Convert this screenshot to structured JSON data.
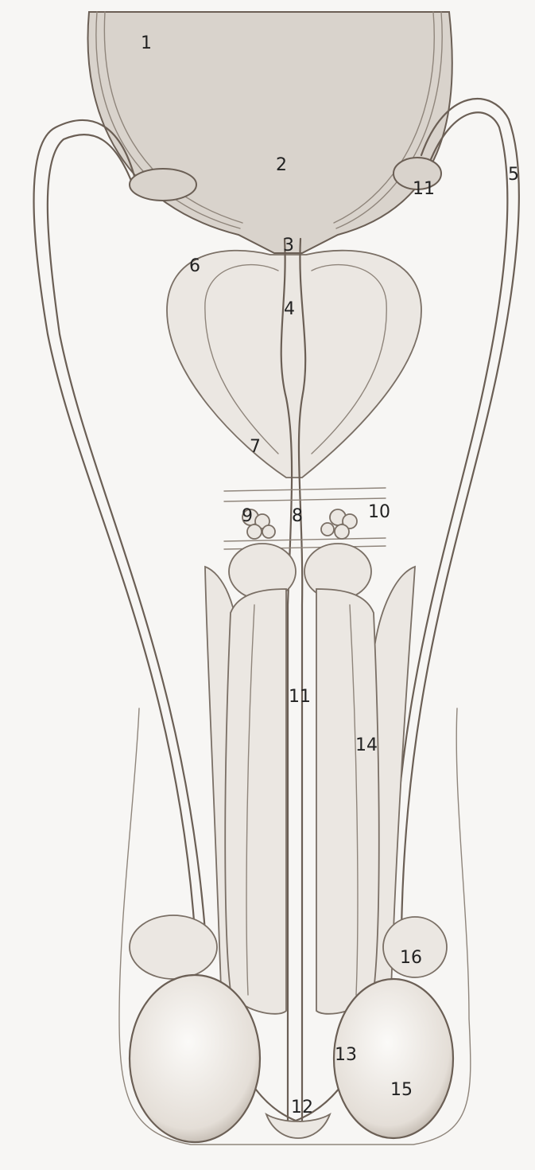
{
  "labels": [
    {
      "id": "1",
      "text": "1"
    },
    {
      "id": "2",
      "text": "2"
    },
    {
      "id": "3",
      "text": "3"
    },
    {
      "id": "4",
      "text": "4"
    },
    {
      "id": "5",
      "text": "5"
    },
    {
      "id": "6",
      "text": "6"
    },
    {
      "id": "7",
      "text": "7"
    },
    {
      "id": "8",
      "text": "8"
    },
    {
      "id": "9",
      "text": "9"
    },
    {
      "id": "10",
      "text": "10"
    },
    {
      "id": "11a",
      "text": "11"
    },
    {
      "id": "11b",
      "text": "11"
    },
    {
      "id": "12",
      "text": "12"
    },
    {
      "id": "13",
      "text": "13"
    },
    {
      "id": "14",
      "text": "14"
    },
    {
      "id": "15",
      "text": "15"
    },
    {
      "id": "16",
      "text": "16"
    }
  ],
  "colors": {
    "ink": "#6b5f55",
    "paper": "#f7f6f4",
    "shade": "#d9d3cc"
  }
}
